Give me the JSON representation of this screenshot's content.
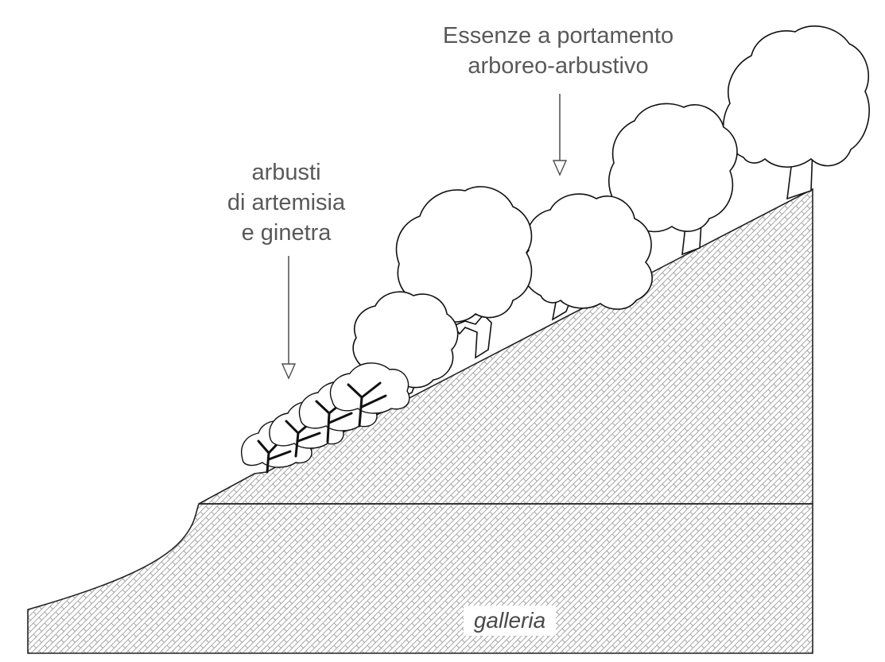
{
  "labels": {
    "trees_line1": "Essenze a portamento",
    "trees_line2": "arboreo-arbustivo",
    "shrubs_line1": "arbusti",
    "shrubs_line2": "di artemisia",
    "shrubs_line3": "e ginetra",
    "tunnel": "galleria"
  },
  "colors": {
    "label_text": "#595959",
    "hatch_stroke": "#9a9a9a",
    "outline": "#222222",
    "background": "#ffffff"
  },
  "icons": {
    "trees": "deciduous-tree-icon",
    "shrubs": "shrub-icon",
    "arrows": "down-arrow-icon"
  }
}
